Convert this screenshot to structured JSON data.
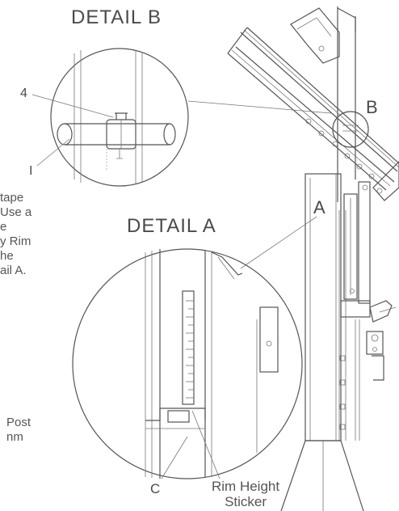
{
  "detail_b": {
    "title": "DETAIL B",
    "label_4": "4",
    "label_1": "I",
    "label_b": "B"
  },
  "detail_a": {
    "title": "DETAIL A",
    "label_a": "A",
    "label_c": "C",
    "rim_height_sticker": "Rim Height\nSticker"
  },
  "instructions": {
    "fragment_1": "tape\nUse a\ne\ny Rim\nhe\nail A.",
    "fragment_2": "Post\nnm"
  }
}
